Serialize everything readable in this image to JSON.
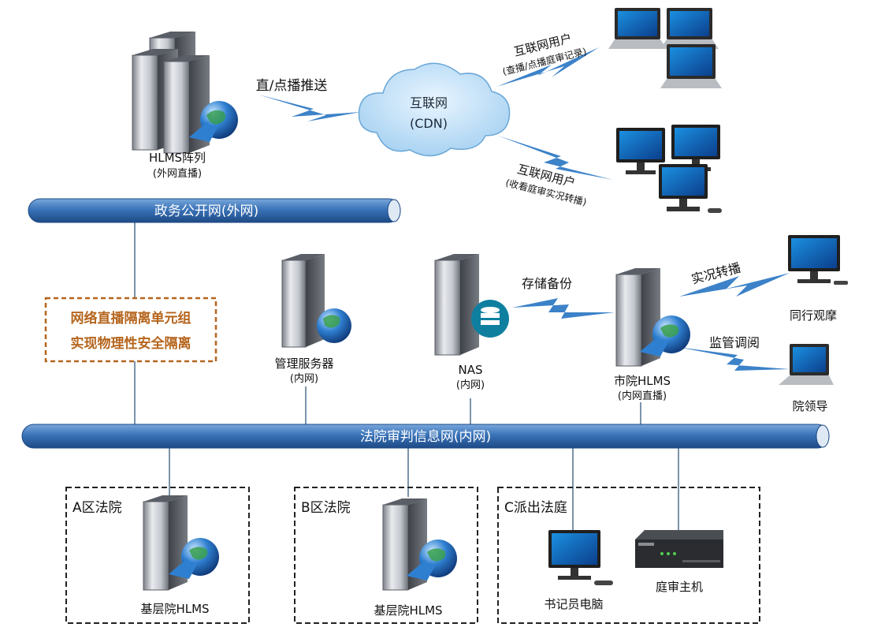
{
  "labels": {
    "hlms_array": "HLMS阵列",
    "hlms_array_sub": "(外网直播)",
    "push": "直/点播推送",
    "cloud_line1": "互联网",
    "cloud_line2": "(CDN)",
    "inet_user_top": "互联网用户",
    "inet_user_top_sub": "(查播/点播庭审记录)",
    "inet_user_bottom": "互联网用户",
    "inet_user_bottom_sub": "(收看庭审实况转播)",
    "external_network": "政务公开网(外网)",
    "isolation_line1": "网络直播隔离单元组",
    "isolation_line2": "实现物理性安全隔离",
    "mgmt_server": "管理服务器",
    "mgmt_server_sub": "(内网)",
    "nas": "NAS",
    "nas_sub": "(内网)",
    "storage_backup": "存储备份",
    "city_hlms": "市院HLMS",
    "city_hlms_sub": "(内网直播)",
    "live_relay": "实况转播",
    "supervision": "监管调阅",
    "peer_observe": "同行观摩",
    "court_leader": "院领导",
    "internal_network": "法院审判信息网(内网)",
    "zone_a": "A区法院",
    "zone_a_hlms": "基层院HLMS",
    "zone_b": "B区法院",
    "zone_b_hlms": "基层院HLMS",
    "zone_c": "C派出法庭",
    "clerk_pc": "书记员电脑",
    "court_host": "庭审主机"
  },
  "icons": [
    "server-icon",
    "globe-icon",
    "database-icon",
    "cloud-icon",
    "laptop-icon",
    "monitor-icon",
    "court-host-icon",
    "lightning-link-icon"
  ],
  "colors": {
    "bus_blue": "#3a73b8",
    "cloud_blue": "#a9d4f2",
    "isolation_border": "#b5651d",
    "isolation_text": "#b5651d",
    "lightning": "#3c82c8"
  }
}
